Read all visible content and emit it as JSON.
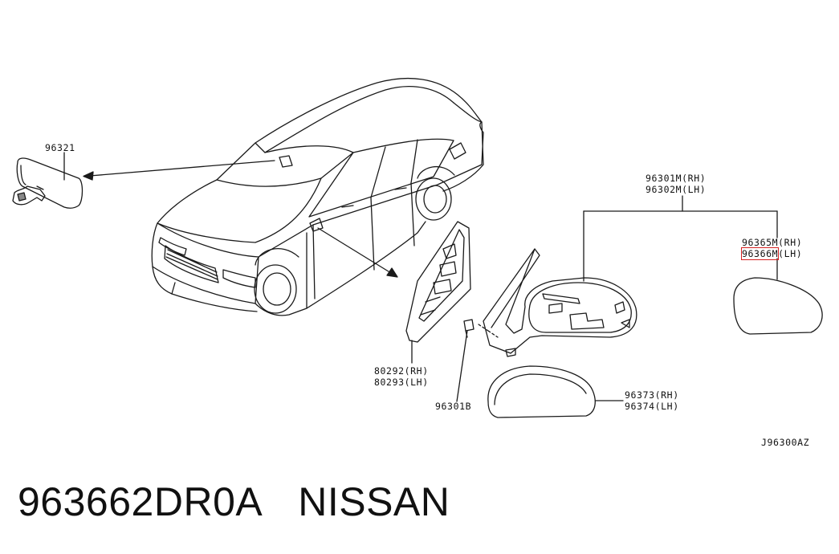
{
  "labels": {
    "p96321": "96321",
    "p96301m": "96301M(RH)",
    "p96302m": "96302M(LH)",
    "p96365m": "96365M(RH)",
    "p96366m_num": "96366M",
    "p96366m_side": "(LH)",
    "p80292": "80292(RH)",
    "p80293": "80293(LH)",
    "p96301b": "96301B",
    "p96373": "96373(RH)",
    "p96374": "96374(LH)",
    "diagram_code": "J96300AZ"
  },
  "highlight_color": "#d42020",
  "caption": {
    "part_number": "963662DR0A",
    "brand": "NISSAN"
  }
}
